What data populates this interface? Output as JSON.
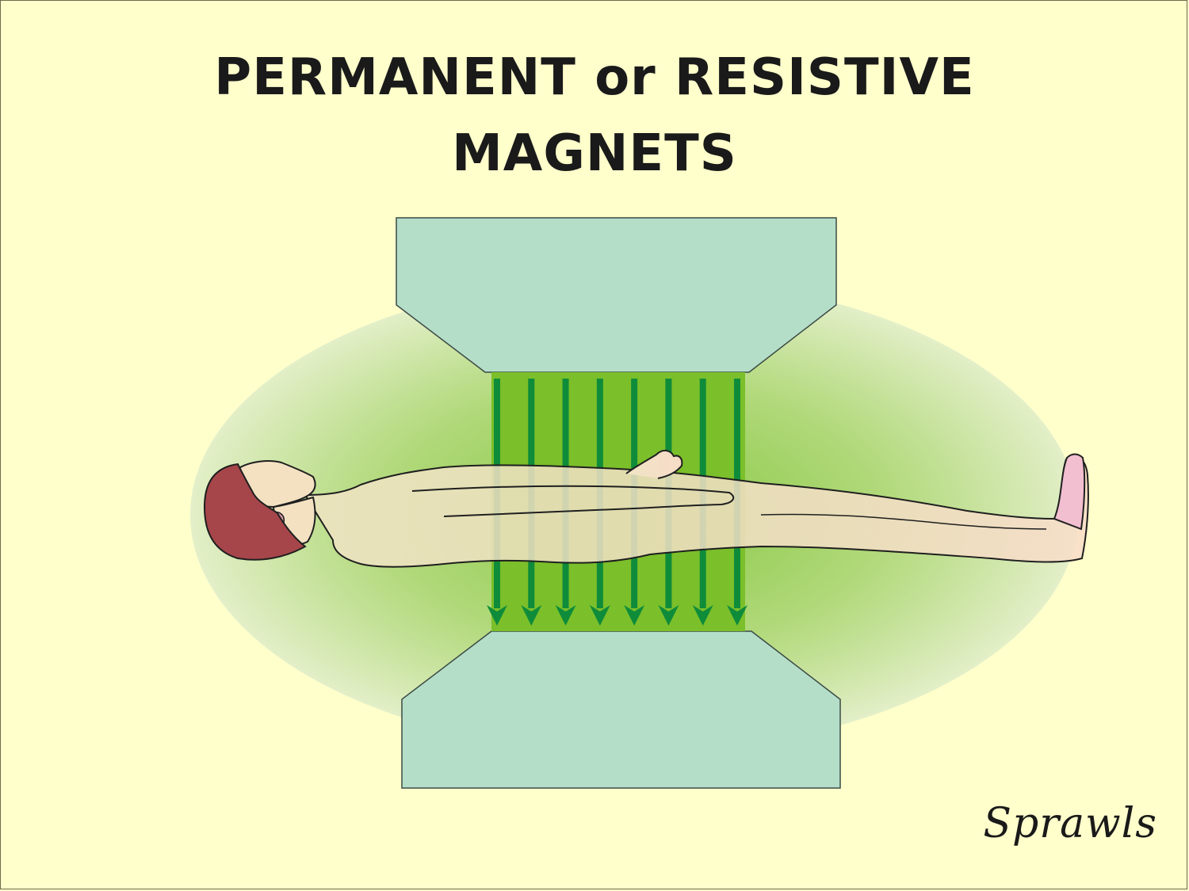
{
  "title": {
    "line1": "PERMANENT or RESISTIVE",
    "line2": "MAGNETS"
  },
  "signature": "Sprawls",
  "colors": {
    "background": "#ffffcc",
    "magnet_pole": "#b5dec9",
    "field_region": "#7bbf2a",
    "field_arrows": "#0f8c3a",
    "halo": "#a7d46f",
    "hair": "#a6464a",
    "skin": "#f3e1c2"
  },
  "icons": [
    "magnet-pole-top-icon",
    "magnet-pole-bottom-icon",
    "field-line-arrow-icon",
    "patient-figure-icon"
  ],
  "field_arrow_count": 8
}
